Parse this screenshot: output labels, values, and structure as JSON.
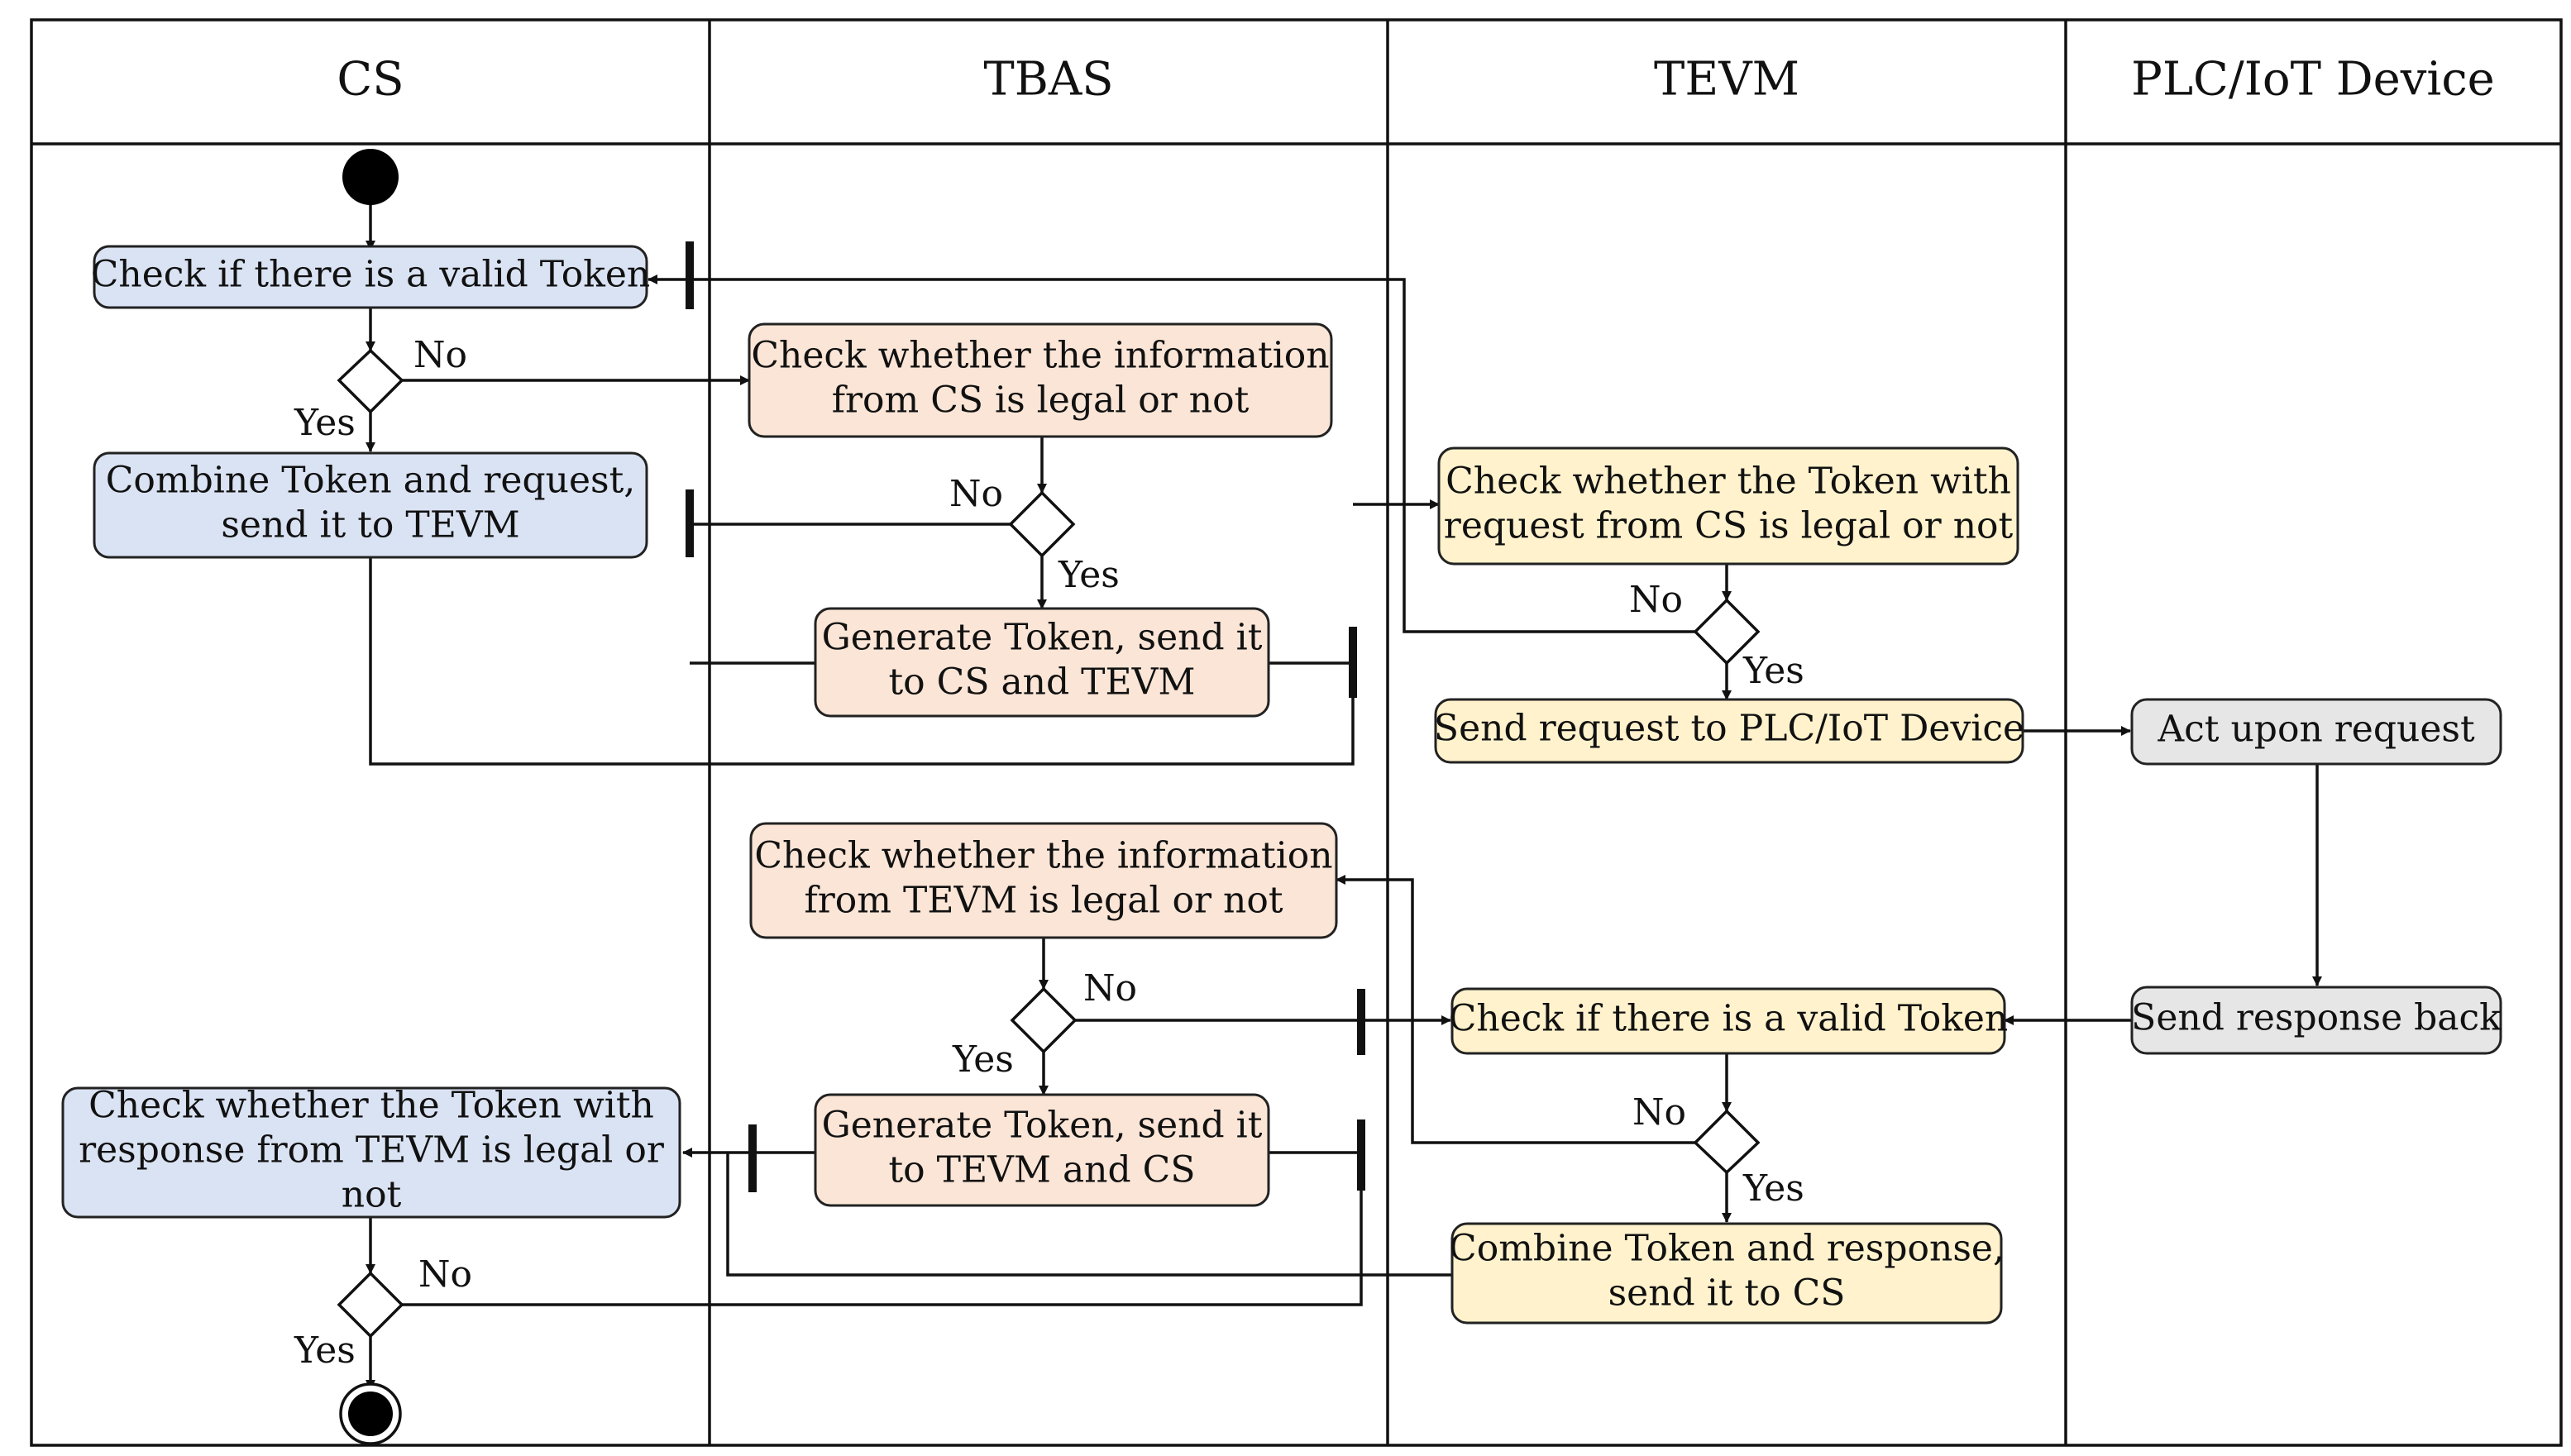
{
  "lanes": {
    "cs": "CS",
    "tbas": "TBAS",
    "tevm": "TEVM",
    "device": "PLC/IoT Device"
  },
  "colors": {
    "cs": "#dae3f3",
    "tbas": "#fbe5d6",
    "tevm": "#fff2cc",
    "device": "#e7e6e6",
    "line": "#111111"
  },
  "nodes": {
    "cs_check_token": [
      "Check if there is a valid Token"
    ],
    "cs_combine_request": [
      "Combine Token and request,",
      "send it to TEVM"
    ],
    "cs_check_response": [
      "Check whether the Token with",
      "response from TEVM is legal or",
      "not"
    ],
    "tbas_check_cs": [
      "Check whether the information",
      "from CS is legal or not"
    ],
    "tbas_gen_token_1": [
      "Generate Token, send it",
      "to CS and TEVM"
    ],
    "tbas_check_tevm": [
      "Check whether the information",
      "from TEVM is legal or not"
    ],
    "tbas_gen_token_2": [
      "Generate Token, send it",
      "to TEVM and CS"
    ],
    "tevm_check_request": [
      "Check whether the Token with",
      "request from CS is legal or not"
    ],
    "tevm_send_request": [
      "Send request to PLC/IoT Device"
    ],
    "tevm_check_token": [
      "Check if there is a valid Token"
    ],
    "tevm_combine_response": [
      "Combine Token and response,",
      "send it to CS"
    ],
    "dev_act": [
      "Act upon request"
    ],
    "dev_send_response": [
      "Send response back"
    ]
  },
  "guards": {
    "yes": "Yes",
    "no": "No"
  }
}
